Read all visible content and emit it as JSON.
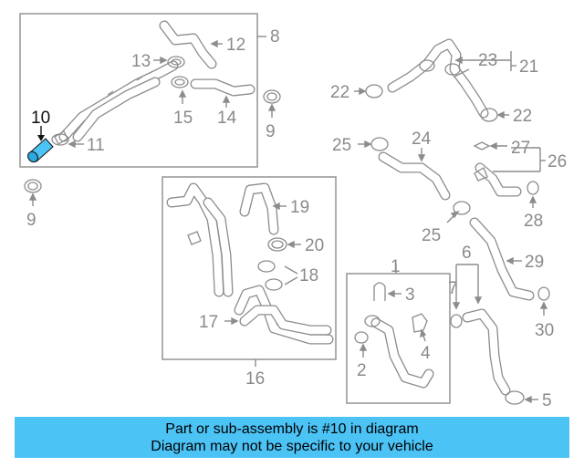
{
  "callouts": {
    "c1": "1",
    "c2": "2",
    "c3": "3",
    "c4": "4",
    "c5": "5",
    "c6": "6",
    "c7": "7",
    "c8": "8",
    "c9a": "9",
    "c9b": "9",
    "c10": "10",
    "c11": "11",
    "c12": "12",
    "c13": "13",
    "c14": "14",
    "c15": "15",
    "c16": "16",
    "c17": "17",
    "c18": "18",
    "c19": "19",
    "c20": "20",
    "c21": "21",
    "c22a": "22",
    "c22b": "22",
    "c23": "23",
    "c24": "24",
    "c25a": "25",
    "c25b": "25",
    "c26": "26",
    "c27": "27",
    "c28": "28",
    "c29": "29",
    "c30": "30"
  },
  "highlight": {
    "part_number": "10",
    "color": "#4cc3f5"
  },
  "colors": {
    "line_art": "#8c8c8c",
    "highlight_label": "#111111",
    "banner": "#4cc3f5"
  },
  "banner": {
    "line1": "Part or sub-assembly is #10 in diagram",
    "line2": "Diagram may not be specific to your vehicle"
  }
}
